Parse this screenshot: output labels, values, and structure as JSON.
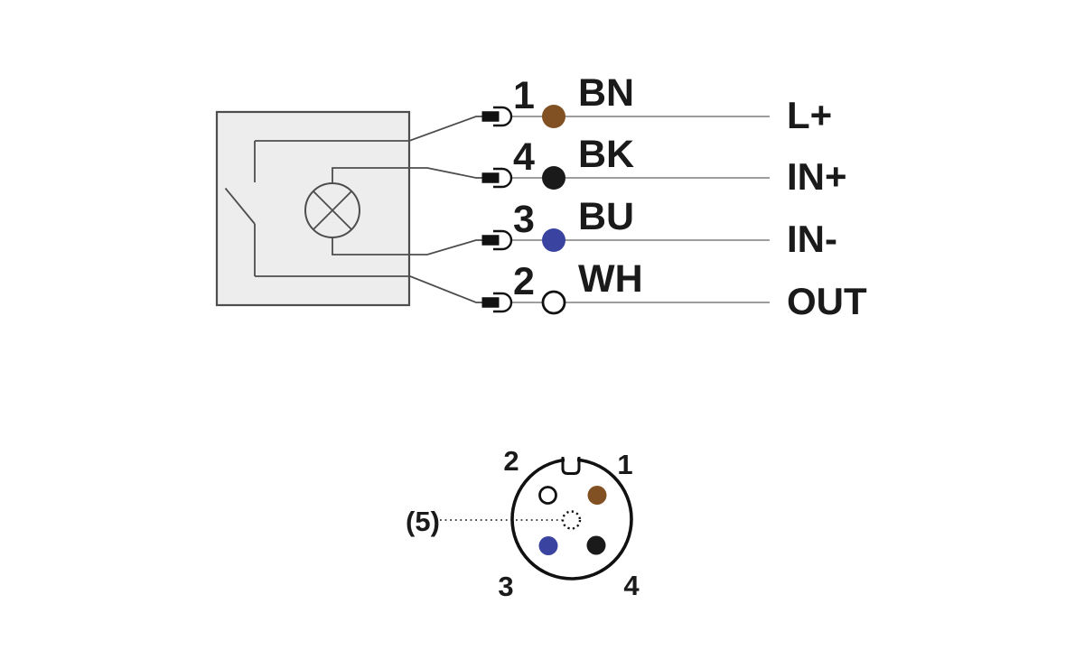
{
  "colors": {
    "background": "#ffffff",
    "device_box_fill": "#ededed",
    "dark_line": "#4d4d4d",
    "wire_gray": "#7f7f7f",
    "text": "#1a1a1a",
    "brown": "#825123",
    "black": "#1a1a1a",
    "blue": "#3a44a0",
    "white": "#ffffff"
  },
  "wiring_rows": [
    {
      "pin": "1",
      "color_code": "BN",
      "color_name": "brown",
      "color_hex": "#825123",
      "signal": "L+"
    },
    {
      "pin": "4",
      "color_code": "BK",
      "color_name": "black",
      "color_hex": "#1a1a1a",
      "signal": "IN+"
    },
    {
      "pin": "3",
      "color_code": "BU",
      "color_name": "blue",
      "color_hex": "#3a44a0",
      "signal": "IN-"
    },
    {
      "pin": "2",
      "color_code": "WH",
      "color_name": "white",
      "color_hex": "#ffffff",
      "signal": "OUT"
    }
  ],
  "device": {
    "symbols": [
      "switch",
      "indicator-lamp"
    ]
  },
  "connector_face": {
    "labels": {
      "top_left": "2",
      "top_right": "1",
      "bottom_left": "3",
      "bottom_right": "4",
      "center": "(5)"
    },
    "pins": [
      {
        "label": "1",
        "position": "top-right",
        "style": "filled",
        "color_hex": "#825123"
      },
      {
        "label": "2",
        "position": "top-left",
        "style": "outlined",
        "color_hex": "#ffffff"
      },
      {
        "label": "3",
        "position": "bottom-left",
        "style": "filled",
        "color_hex": "#3a44a0"
      },
      {
        "label": "4",
        "position": "bottom-right",
        "style": "filled",
        "color_hex": "#1a1a1a"
      },
      {
        "label": "5",
        "position": "center",
        "style": "dotted-outline",
        "color_hex": "#ffffff"
      }
    ]
  }
}
